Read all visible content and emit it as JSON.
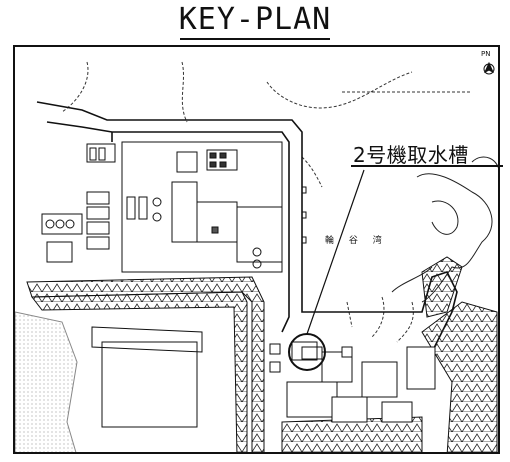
{
  "title": "KEY-PLAN",
  "target_label": "2号機取水槽",
  "bay_label": "輪 谷 湾",
  "north_label": "PN",
  "icons": [
    "north-arrow-icon"
  ],
  "colors": {
    "line": "#111111",
    "background": "#ffffff"
  }
}
